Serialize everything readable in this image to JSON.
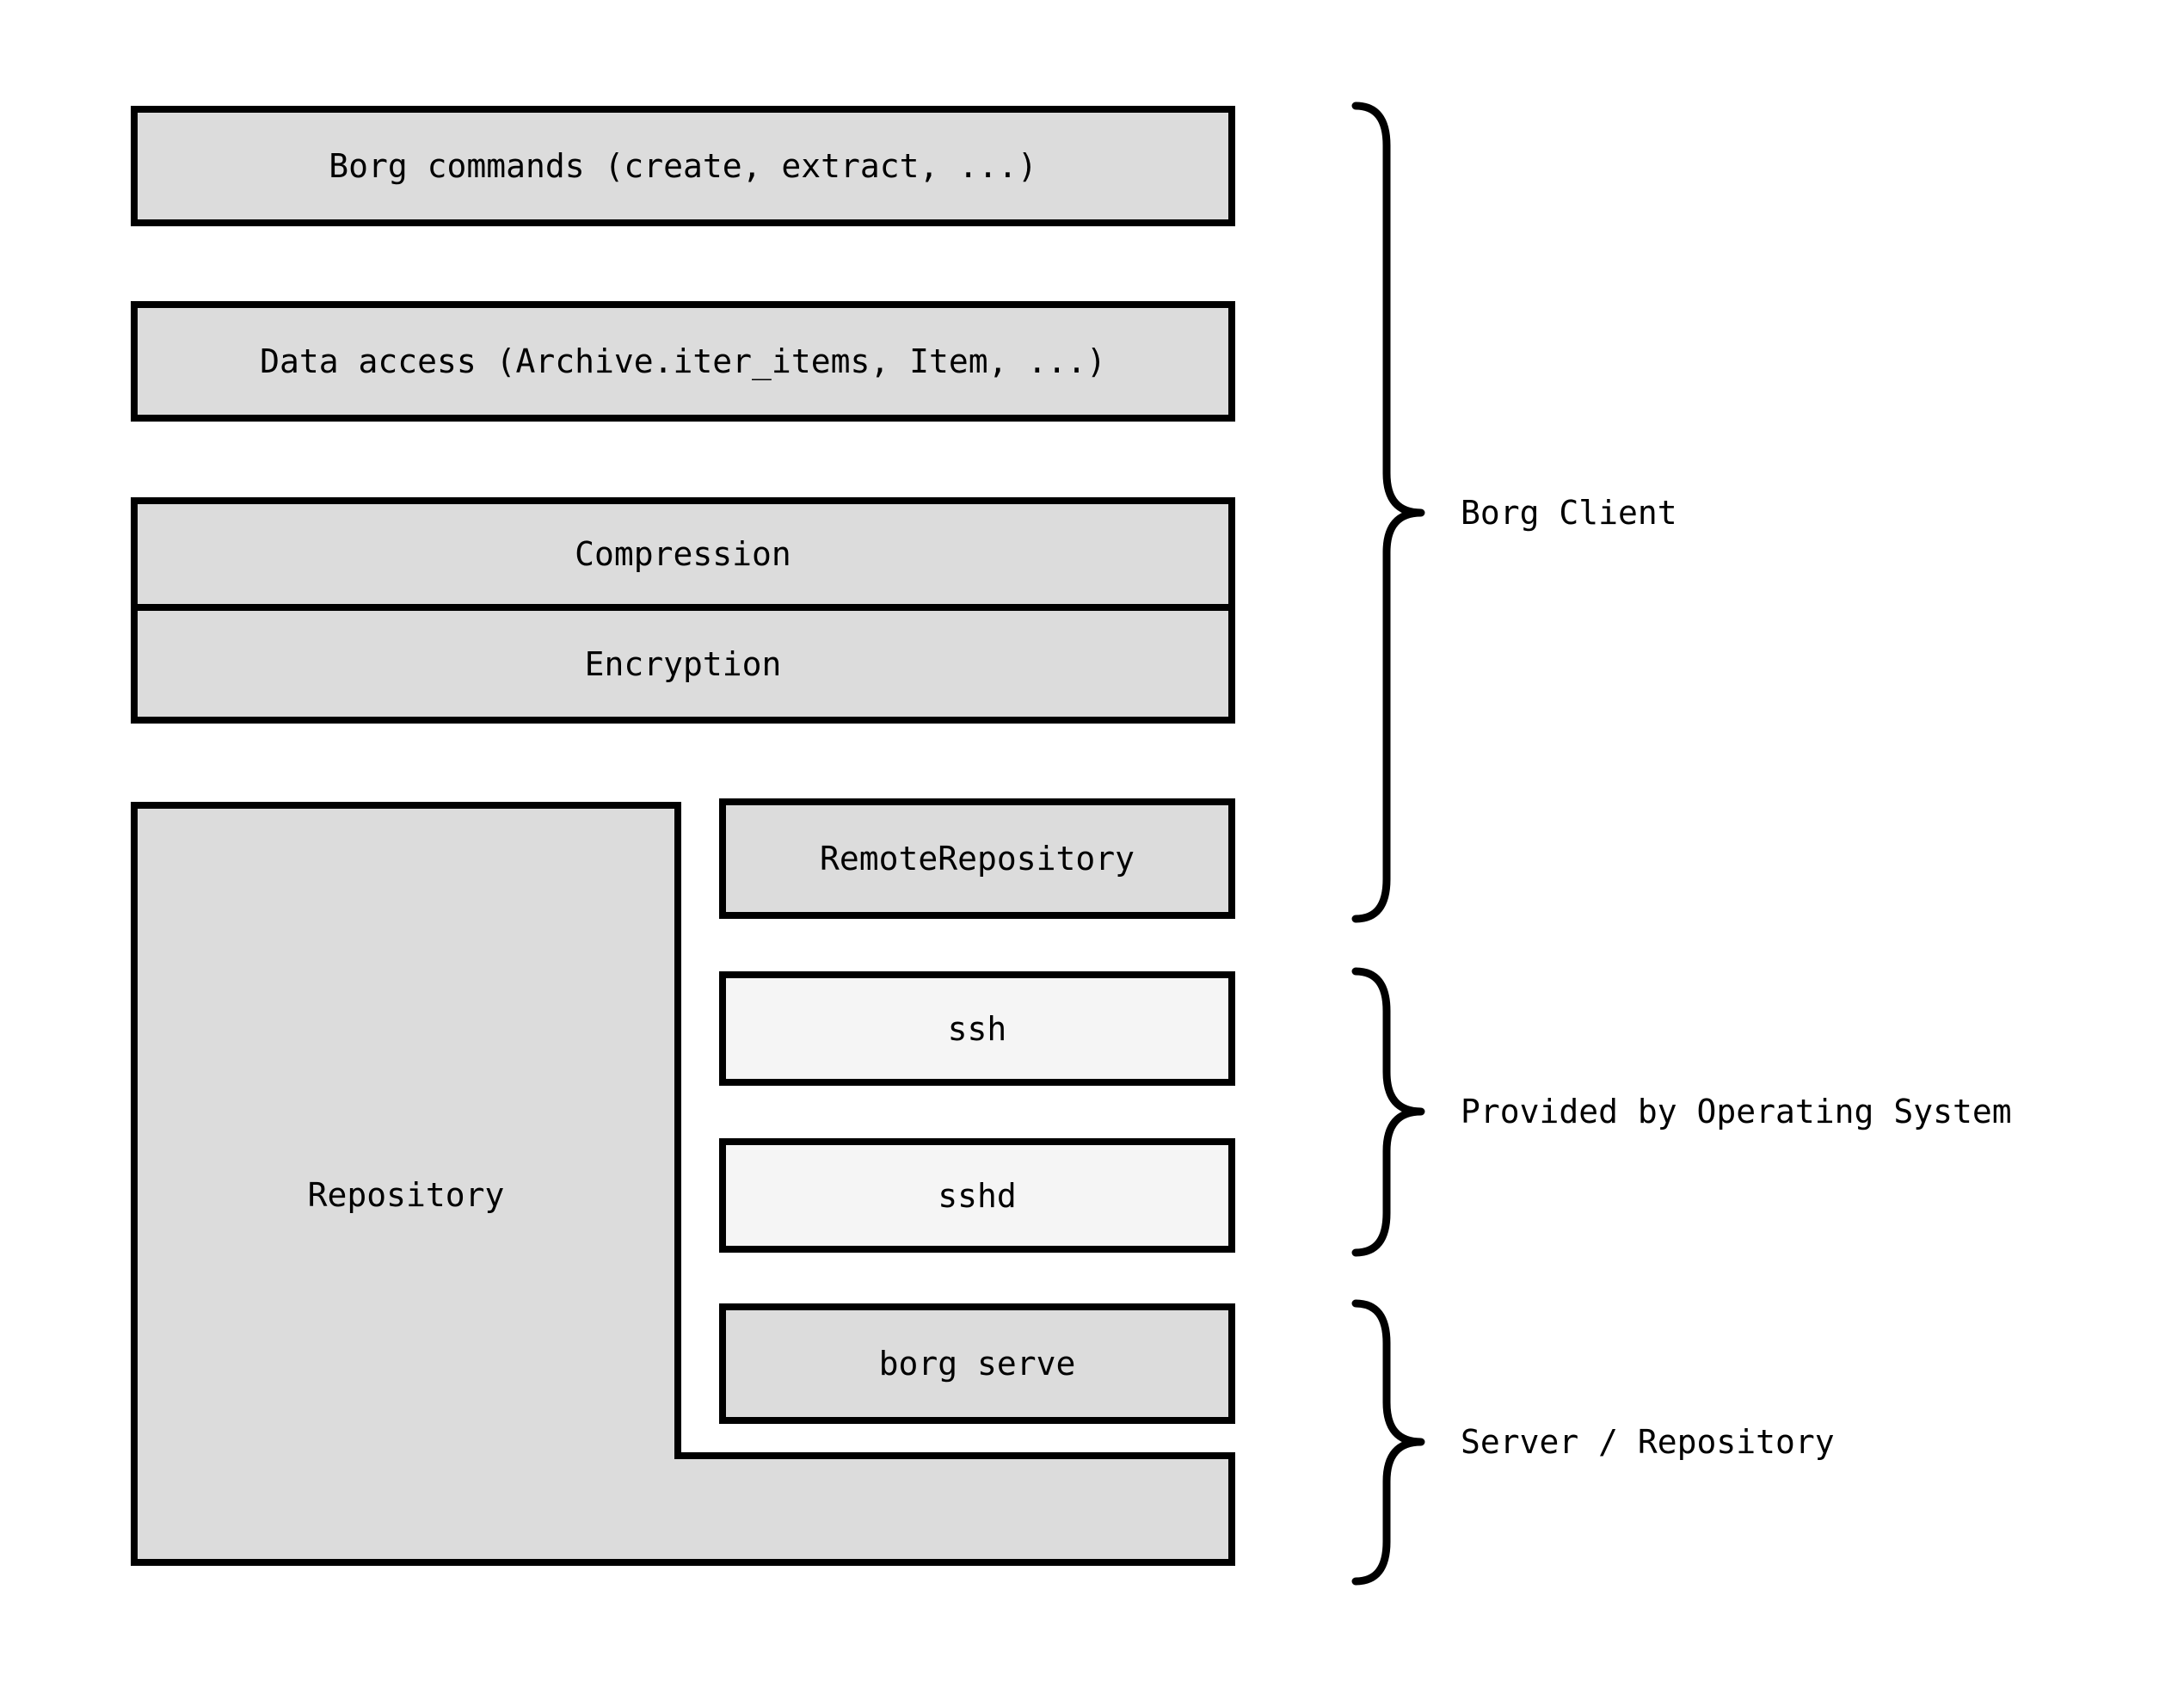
{
  "diagram": {
    "colors": {
      "background": "#ffffff",
      "box_fill": "#dcdcdc",
      "light_fill": "#f5f5f5",
      "stroke": "#000000",
      "text": "#000000"
    },
    "boxes": {
      "borg_commands": {
        "label": "Borg commands (create, extract, ...)"
      },
      "data_access": {
        "label": "Data access (Archive.iter_items, Item, ...)"
      },
      "compression": {
        "label": "Compression"
      },
      "encryption": {
        "label": "Encryption"
      },
      "repository": {
        "label": "Repository"
      },
      "remote_repository": {
        "label": "RemoteRepository"
      },
      "ssh": {
        "label": "ssh"
      },
      "sshd": {
        "label": "sshd"
      },
      "borg_serve": {
        "label": "borg serve"
      }
    },
    "braces": {
      "borg_client": {
        "label": "Borg Client"
      },
      "provided_by_os": {
        "label": "Provided by Operating System"
      },
      "server_repository": {
        "label": "Server / Repository"
      }
    }
  }
}
